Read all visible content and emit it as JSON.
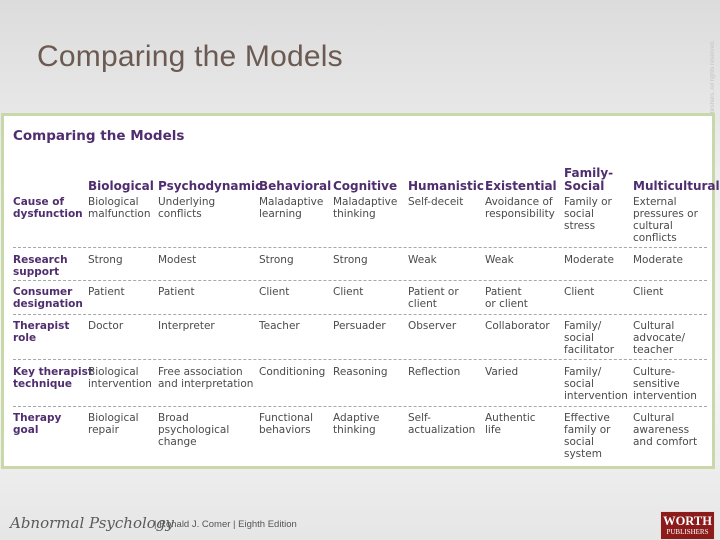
{
  "slide": {
    "title": "Comparing the Models",
    "copyright_vertical": "Worth Publishers. All rights reserved."
  },
  "table": {
    "heading": "Comparing the Models",
    "columns": [
      "Biological",
      "Psychodynamic",
      "Behavioral",
      "Cognitive",
      "Humanistic",
      "Existential",
      "Family-\nSocial",
      "Multicultural"
    ],
    "rows": [
      {
        "label": "Cause of\ndysfunction",
        "cells": [
          "Biological\nmalfunction",
          "Underlying\nconflicts",
          "Maladaptive\nlearning",
          "Maladaptive\nthinking",
          "Self-deceit",
          "Avoidance of\nresponsibility",
          "Family or\nsocial\nstress",
          "External\npressures or\ncultural\nconflicts"
        ]
      },
      {
        "label": "Research\nsupport",
        "cells": [
          "Strong",
          "Modest",
          "Strong",
          "Strong",
          "Weak",
          "Weak",
          "Moderate",
          "Moderate"
        ]
      },
      {
        "label": "Consumer\ndesignation",
        "cells": [
          "Patient",
          "Patient",
          "Client",
          "Client",
          "Patient or\nclient",
          "Patient\nor client",
          "Client",
          "Client"
        ]
      },
      {
        "label": "Therapist\nrole",
        "cells": [
          "Doctor",
          "Interpreter",
          "Teacher",
          "Persuader",
          "Observer",
          "Collaborator",
          "Family/\nsocial\nfacilitator",
          "Cultural\nadvocate/\nteacher"
        ]
      },
      {
        "label": "Key therapist\ntechnique",
        "cells": [
          "Biological\nintervention",
          "Free association\nand interpretation",
          "Conditioning",
          "Reasoning",
          "Reflection",
          "Varied",
          "Family/\nsocial\nintervention",
          "Culture-\nsensitive\nintervention"
        ]
      },
      {
        "label": "Therapy\ngoal",
        "cells": [
          "Biological\nrepair",
          "Broad\npsychological\nchange",
          "Functional\nbehaviors",
          "Adaptive\nthinking",
          "Self-\nactualization",
          "Authentic\nlife",
          "Effective\nfamily or\nsocial\nsystem",
          "Cultural\nawareness\nand comfort"
        ]
      }
    ]
  },
  "footer": {
    "book_title": "Abnormal Psychology",
    "author_edition": "|  Ronald J. Comer  |  Eighth Edition",
    "publisher_line1": "WORTH",
    "publisher_line2": "PUBLISHERS"
  }
}
